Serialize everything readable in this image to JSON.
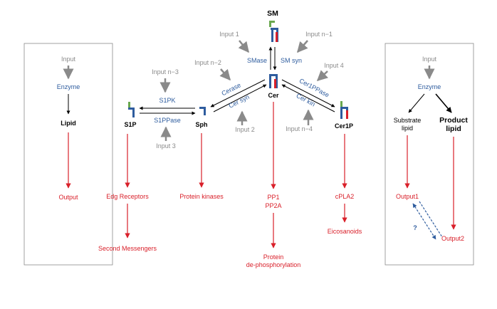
{
  "colors": {
    "input": "#8a8a8a",
    "enzyme": "#2e5c9e",
    "output": "#d9202a",
    "lipid": "#000000",
    "head_green": "#6aa84f",
    "head_blue": "#2e5c9e",
    "head_red": "#d9202a"
  },
  "icons": [
    "lipid-glyph-icon"
  ],
  "left_legend": {
    "input": "Input",
    "enzyme": "Enzyme",
    "lipid": "Lipid",
    "output": "Output"
  },
  "right_legend": {
    "input": "Input",
    "enzyme": "Enzyme",
    "substrate_line1": "Substrate",
    "substrate_line2": "lipid",
    "product_line1": "Product",
    "product_line2": "lipid",
    "output1": "Output1",
    "output2": "Output2",
    "question": "?"
  },
  "pathway": {
    "lipids": {
      "sm": "SM",
      "cer": "Cer",
      "sph": "Sph",
      "s1p": "S1P",
      "cer1p": "Cer1P"
    },
    "enzymes": {
      "smase": "SMase",
      "sm_syn": "SM syn",
      "cerase": "Cerase",
      "cer_syn": "Cer syn",
      "s1pk": "S1PK",
      "s1ppase": "S1PPase",
      "cer1ppase": "Cer1PPase",
      "cer_kin": "Cer kin"
    },
    "inputs": {
      "in_1": "Input 1",
      "in_n1": "Input n−1",
      "in_n2": "Input n−2",
      "in_2": "Input 2",
      "in_n3": "Input n−3",
      "in_3": "Input 3",
      "in_4": "Input 4",
      "in_n4": "Input n−4"
    },
    "outputs": {
      "edg": "Edg Receptors",
      "second_messengers": "Second Messengers",
      "protein_kinases": "Protein kinases",
      "pp1": "PP1",
      "pp2a": "PP2A",
      "protein": "Protein",
      "dephos": "de-phosphorylation",
      "cpla2": "cPLA2",
      "eicosanoids": "Eicosanoids"
    }
  }
}
